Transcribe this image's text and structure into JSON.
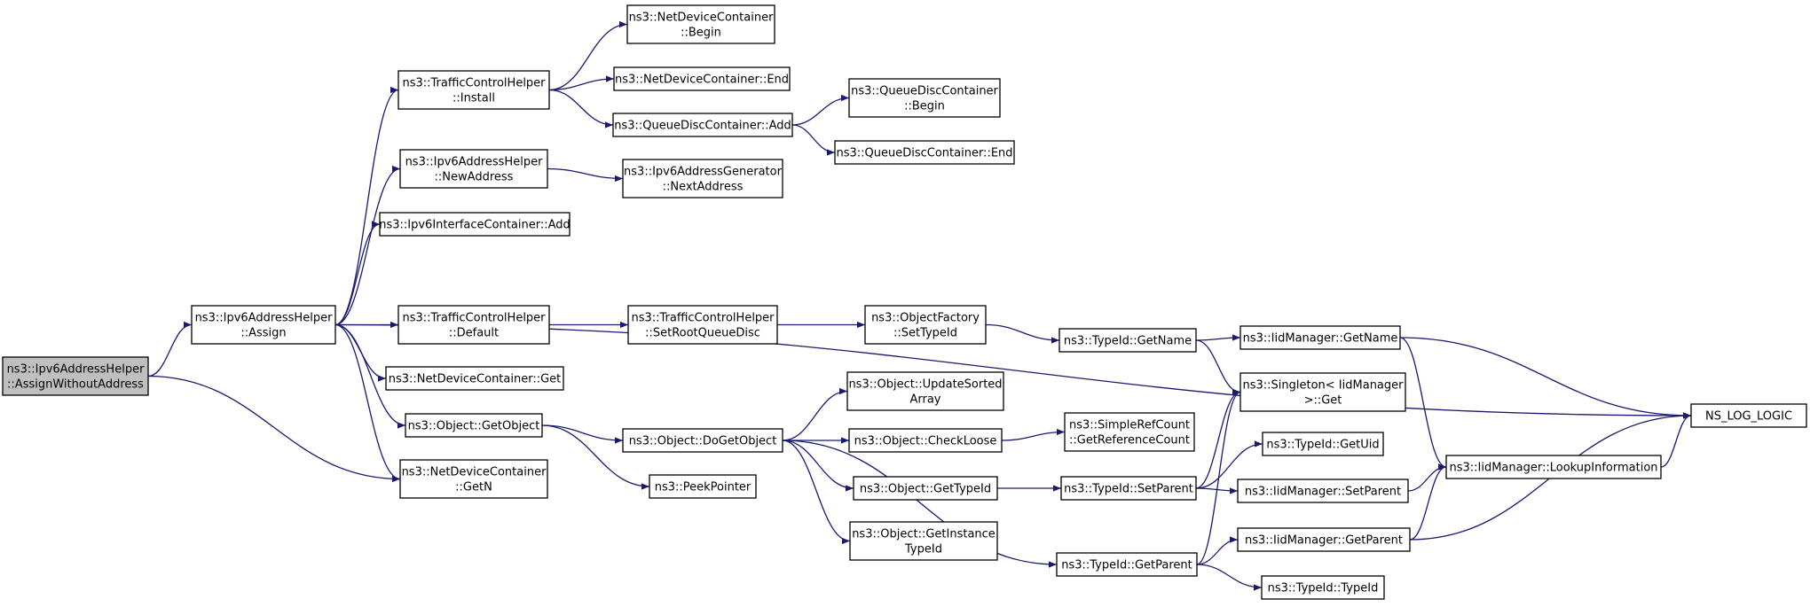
{
  "nodes": [
    {
      "id": "root",
      "lines": [
        "ns3::Ipv6AddressHelper",
        "::AssignWithoutAddress"
      ],
      "root": true
    },
    {
      "id": "assign",
      "lines": [
        "ns3::Ipv6AddressHelper",
        "::Assign"
      ]
    },
    {
      "id": "tch_install",
      "lines": [
        "ns3::TrafficControlHelper",
        "::Install"
      ]
    },
    {
      "id": "ndc_begin",
      "lines": [
        "ns3::NetDeviceContainer",
        "::Begin"
      ]
    },
    {
      "id": "ndc_end",
      "lines": [
        "ns3::NetDeviceContainer::End"
      ]
    },
    {
      "id": "qdc_add",
      "lines": [
        "ns3::QueueDiscContainer::Add"
      ]
    },
    {
      "id": "qdc_begin",
      "lines": [
        "ns3::QueueDiscContainer",
        "::Begin"
      ]
    },
    {
      "id": "qdc_end",
      "lines": [
        "ns3::QueueDiscContainer::End"
      ]
    },
    {
      "id": "newaddress",
      "lines": [
        "ns3::Ipv6AddressHelper",
        "::NewAddress"
      ]
    },
    {
      "id": "nextaddress",
      "lines": [
        "ns3::Ipv6AddressGenerator",
        "::NextAddress"
      ]
    },
    {
      "id": "ipv6ic_add",
      "lines": [
        "ns3::Ipv6InterfaceContainer::Add"
      ]
    },
    {
      "id": "tch_default",
      "lines": [
        "ns3::TrafficControlHelper",
        "::Default"
      ]
    },
    {
      "id": "setrootqd",
      "lines": [
        "ns3::TrafficControlHelper",
        "::SetRootQueueDisc"
      ]
    },
    {
      "id": "of_settypeid",
      "lines": [
        "ns3::ObjectFactory",
        "::SetTypeId"
      ]
    },
    {
      "id": "tid_getname",
      "lines": [
        "ns3::TypeId::GetName"
      ]
    },
    {
      "id": "iid_getname",
      "lines": [
        "ns3::IidManager::GetName"
      ]
    },
    {
      "id": "singleton_get",
      "lines": [
        "ns3::Singleton< IidManager",
        ">::Get"
      ]
    },
    {
      "id": "ns_log_logic",
      "lines": [
        "NS_LOG_LOGIC"
      ]
    },
    {
      "id": "ndc_get",
      "lines": [
        "ns3::NetDeviceContainer::Get"
      ]
    },
    {
      "id": "obj_getobject",
      "lines": [
        "ns3::Object::GetObject"
      ]
    },
    {
      "id": "obj_dogetobject",
      "lines": [
        "ns3::Object::DoGetObject"
      ]
    },
    {
      "id": "obj_updatesorted",
      "lines": [
        "ns3::Object::UpdateSorted",
        "Array"
      ]
    },
    {
      "id": "obj_checkloose",
      "lines": [
        "ns3::Object::CheckLoose"
      ]
    },
    {
      "id": "src_getrefcount",
      "lines": [
        "ns3::SimpleRefCount",
        "::GetReferenceCount"
      ]
    },
    {
      "id": "tid_getuid",
      "lines": [
        "ns3::TypeId::GetUid"
      ]
    },
    {
      "id": "iid_lookup",
      "lines": [
        "ns3::IidManager::LookupInformation"
      ]
    },
    {
      "id": "ndc_getn",
      "lines": [
        "ns3::NetDeviceContainer",
        "::GetN"
      ]
    },
    {
      "id": "peekpointer",
      "lines": [
        "ns3::PeekPointer"
      ]
    },
    {
      "id": "obj_gettypeid",
      "lines": [
        "ns3::Object::GetTypeId"
      ]
    },
    {
      "id": "tid_setparent",
      "lines": [
        "ns3::TypeId::SetParent"
      ]
    },
    {
      "id": "iid_setparent",
      "lines": [
        "ns3::IidManager::SetParent"
      ]
    },
    {
      "id": "obj_getinstancetypeid",
      "lines": [
        "ns3::Object::GetInstance",
        "TypeId"
      ]
    },
    {
      "id": "tid_getparent",
      "lines": [
        "ns3::TypeId::GetParent"
      ]
    },
    {
      "id": "iid_getparent",
      "lines": [
        "ns3::IidManager::GetParent"
      ]
    },
    {
      "id": "tid_typeid",
      "lines": [
        "ns3::TypeId::TypeId"
      ]
    }
  ],
  "edges": [
    [
      "root",
      "assign"
    ],
    [
      "root",
      "ndc_getn"
    ],
    [
      "assign",
      "tch_install"
    ],
    [
      "assign",
      "newaddress"
    ],
    [
      "assign",
      "ipv6ic_add"
    ],
    [
      "assign",
      "ns_log_logic"
    ],
    [
      "assign",
      "tch_default"
    ],
    [
      "assign",
      "ndc_get"
    ],
    [
      "assign",
      "obj_getobject"
    ],
    [
      "assign",
      "ndc_getn"
    ],
    [
      "tch_install",
      "ndc_begin"
    ],
    [
      "tch_install",
      "ndc_end"
    ],
    [
      "tch_install",
      "qdc_add"
    ],
    [
      "qdc_add",
      "qdc_begin"
    ],
    [
      "qdc_add",
      "qdc_end"
    ],
    [
      "newaddress",
      "nextaddress"
    ],
    [
      "tch_default",
      "setrootqd"
    ],
    [
      "setrootqd",
      "of_settypeid"
    ],
    [
      "of_settypeid",
      "tid_getname"
    ],
    [
      "tid_getname",
      "iid_getname"
    ],
    [
      "tid_getname",
      "singleton_get"
    ],
    [
      "iid_getname",
      "ns_log_logic"
    ],
    [
      "iid_getname",
      "iid_lookup"
    ],
    [
      "obj_getobject",
      "obj_dogetobject"
    ],
    [
      "obj_getobject",
      "peekpointer"
    ],
    [
      "obj_dogetobject",
      "obj_updatesorted"
    ],
    [
      "obj_dogetobject",
      "obj_checkloose"
    ],
    [
      "obj_dogetobject",
      "obj_gettypeid"
    ],
    [
      "obj_dogetobject",
      "obj_getinstancetypeid"
    ],
    [
      "obj_dogetobject",
      "tid_getparent"
    ],
    [
      "obj_checkloose",
      "src_getrefcount"
    ],
    [
      "obj_gettypeid",
      "tid_setparent"
    ],
    [
      "tid_setparent",
      "singleton_get"
    ],
    [
      "tid_setparent",
      "tid_getuid"
    ],
    [
      "tid_setparent",
      "iid_setparent"
    ],
    [
      "iid_setparent",
      "iid_lookup"
    ],
    [
      "iid_lookup",
      "ns_log_logic"
    ],
    [
      "tid_getparent",
      "singleton_get"
    ],
    [
      "tid_getparent",
      "iid_getparent"
    ],
    [
      "tid_getparent",
      "tid_typeid"
    ],
    [
      "iid_getparent",
      "iid_lookup"
    ],
    [
      "iid_getparent",
      "ns_log_logic"
    ]
  ]
}
